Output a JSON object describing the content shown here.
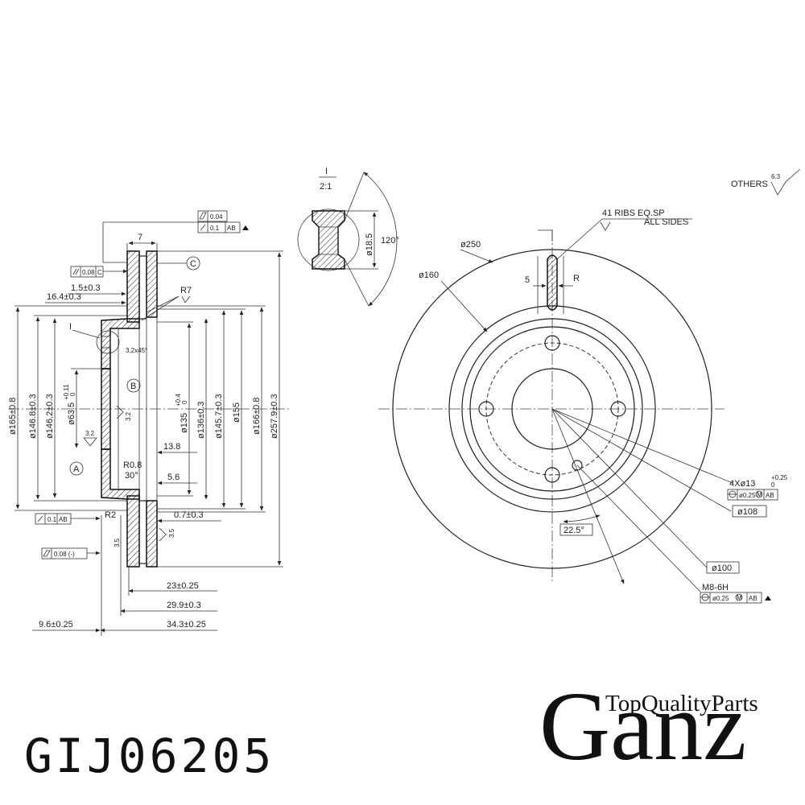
{
  "part_number": "GIJ06205",
  "brand": {
    "name": "Ganz",
    "tagline": "TopQualityParts"
  },
  "drawing": {
    "scale": "2:1",
    "detail_mark": "I",
    "surface_finish_note": "OTHERS",
    "surface_finish_value": "6.3",
    "ribs_note": "41  RIBS  EQ.SP",
    "ribs_note_2": "ALL  SIDES",
    "datums": [
      "A",
      "B",
      "C"
    ],
    "section_dimensions": {
      "d1": "ø165±0.8",
      "d2": "ø146.8±0.3",
      "d3": "ø146.2±0.3",
      "d4": "ø63.5",
      "d4_tol_top": "+0.11",
      "d4_tol_bot": "0",
      "d5": "ø135",
      "d5_tol_top": "+0.4",
      "d5_tol_bot": "0",
      "d6": "ø136±0.3",
      "d7": "ø145.7±0.3",
      "d8": "ø155",
      "d9": "ø166±0.8",
      "d10": "ø257.9±0.3",
      "w7": "7",
      "w1_5": "1.5±0.3",
      "w16_4": "16.4±0.3",
      "w13_8": "13.8",
      "w5_6": "5.6",
      "w0_7": "0.7±0.3",
      "w23": "23±0.25",
      "w29_9": "29.9±0.3",
      "w9_6": "9.6±0.25",
      "w34_3": "34.3±0.25",
      "r7": "R7",
      "r0_8": "R0.8",
      "r2": "R2",
      "angle30": "30°",
      "chamfer": "3.2x45°",
      "finish_3_2": "3.2",
      "finish_3_2b": "3.2",
      "finish_3_5": "3.5",
      "finish_3_5b": "3.5",
      "detail_d18_5": "ø18.5",
      "detail_angle": "120°"
    },
    "tolerance_frames": {
      "flatness": "0.04",
      "runout_top": "0.1",
      "runout_top_ref": "AB",
      "parallelism": "0.08",
      "parallelism_ref": "C",
      "runout_left": "0.1",
      "runout_left_ref": "AB",
      "flat_left": "0.08 (-)"
    },
    "front_view": {
      "d250": "ø250",
      "d160": "ø160",
      "slot_width": "5",
      "slot_r": "R",
      "holes": "4Xø13",
      "holes_tol_top": "+0.25",
      "holes_tol_bot": "0",
      "holes_pos": "ø0.25",
      "holes_pos_ref": "AB",
      "d108": "ø108",
      "angle": "22.5°",
      "d100": "ø100",
      "thread": "M8-6H",
      "thread_pos": "ø0.25",
      "thread_pos_ref": "AB",
      "mmc": "M"
    }
  }
}
